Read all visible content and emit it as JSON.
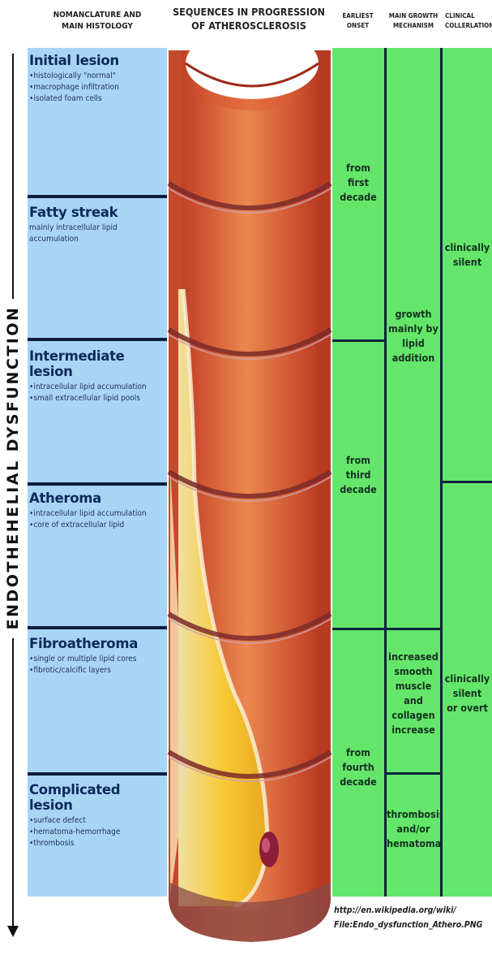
{
  "headers": {
    "nomenclature": [
      "NOMANCLATURE AND",
      "MAIN HISTOLOGY"
    ],
    "sequences": [
      "SEQUENCES IN PROGRESSION",
      "OF ATHEROSCLEROSIS"
    ],
    "onset": [
      "EARLIEST",
      "ONSET"
    ],
    "growth": [
      "MAIN GROWTH",
      "MECHANISM"
    ],
    "clinical": [
      "CLINICAL",
      "COLLERLATION"
    ]
  },
  "side_label": "ENDOTHEHELIAL DYSFUNCTION",
  "stages": [
    {
      "title": "Initial lesion",
      "items": [
        "histologically \"normal\"",
        "macrophage infiltration",
        "isolated foam cells"
      ],
      "bullets": true
    },
    {
      "title": "Fatty streak",
      "items": [
        "mainly intracellular lipid",
        "accumulation"
      ],
      "bullets": false
    },
    {
      "title": "Intermediate lesion",
      "items": [
        "intracellular lipid accumulation",
        "small extracellular lipid pools"
      ],
      "bullets": true
    },
    {
      "title": "Atheroma",
      "items": [
        "intracellular lipid accumulation",
        "core of extracellular lipid"
      ],
      "bullets": true
    },
    {
      "title": "Fibroatheroma",
      "items": [
        "single or multiple lipid cores",
        "fibrotic/calcific layers"
      ],
      "bullets": true
    },
    {
      "title": "Complicated lesion",
      "items": [
        "surface defect",
        "hematoma-hemorrhage",
        "thrombosis"
      ],
      "bullets": true
    }
  ],
  "onset": [
    {
      "lines": [
        "from",
        "first",
        "decade"
      ]
    },
    {
      "lines": [
        "from",
        "third",
        "decade"
      ]
    },
    {
      "lines": [
        "from",
        "fourth",
        "decade"
      ]
    }
  ],
  "growth": [
    {
      "lines": [
        "growth",
        "mainly by",
        "lipid",
        "addition"
      ]
    },
    {
      "lines": [
        "increased",
        "smooth",
        "muscle",
        "and",
        "collagen",
        "increase"
      ]
    },
    {
      "lines": [
        "thrombosis",
        "and/or",
        "hematoma"
      ]
    }
  ],
  "clinical": [
    {
      "lines": [
        "clinically",
        "silent"
      ]
    },
    {
      "lines": [
        "clinically",
        "silent",
        "or overt"
      ]
    }
  ],
  "credit": [
    "http://en.wikipedia.org/wiki/",
    "File:Endo_dysfunction_Athero.PNG"
  ],
  "colors": {
    "stage_panel": "#a9d5f5",
    "green_panel": "#64e66a",
    "divider": "#0e1d3a",
    "artery_wall": "#c8402a",
    "artery_lumen": "#d9552f",
    "lipid": "#f4c431"
  }
}
